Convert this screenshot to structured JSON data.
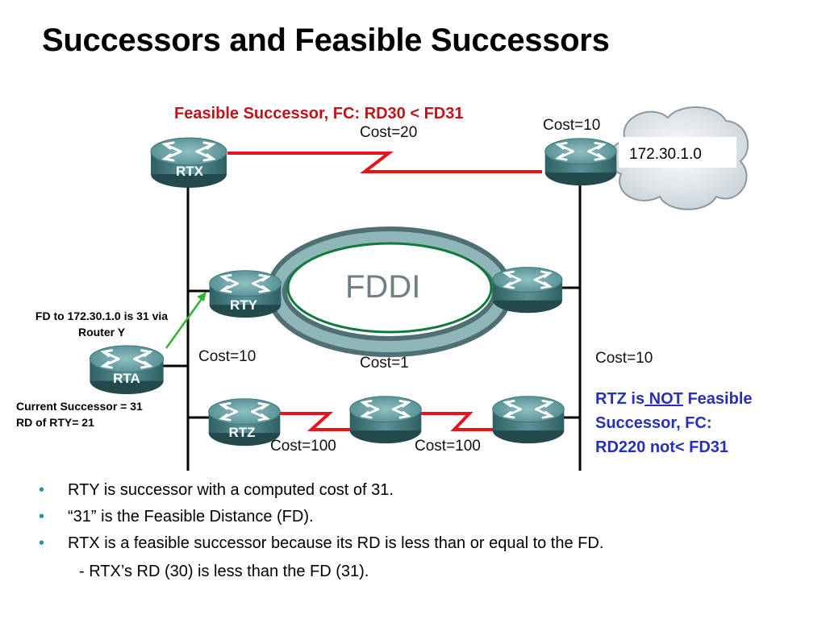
{
  "slide": {
    "title": "Successors and Feasible Successors"
  },
  "diagram": {
    "feasible_label": "Feasible Successor, FC: RD30 < FD31",
    "cost_rtx_link": "Cost=20",
    "cost_cloud_router": "Cost=10",
    "cloud_network": "172.30.1.0",
    "fddi_label": "FDDI",
    "cost_rta_rty": "Cost=10",
    "cost_fddi": "Cost=1",
    "cost_right_vertical": "Cost=10",
    "cost_rtz_link1": "Cost=100",
    "cost_rtz_link2": "Cost=100",
    "routers": {
      "rtx": "RTX",
      "rty": "RTY",
      "rta": "RTA",
      "rtz": "RTZ"
    },
    "fd_note": "FD to 172.30.1.0 is 31 via Router Y",
    "current_successor": "Current Successor = 31",
    "rd_rty": "RD of RTY= 21",
    "rtz_note": {
      "prefix": "RTZ is",
      "emphasis": " NOT",
      "suffix": " Feasible",
      "line2": "Successor, FC:",
      "line3": "RD220 not< FD31"
    },
    "colors": {
      "link_red": "#e8141b",
      "arrow_green": "#2db52d",
      "title_red": "#c0141b",
      "note_blue": "#2630b8",
      "router_teal": "#4f8a8e"
    }
  },
  "bullets": [
    "RTY is successor with a computed cost of 31.",
    "“31” is the Feasible Distance (FD).",
    "RTX is a feasible successor because its RD is less than or equal to the FD."
  ],
  "subnote": "- RTX’s RD (30) is less than the FD (31).",
  "bullet_glyph": "•"
}
